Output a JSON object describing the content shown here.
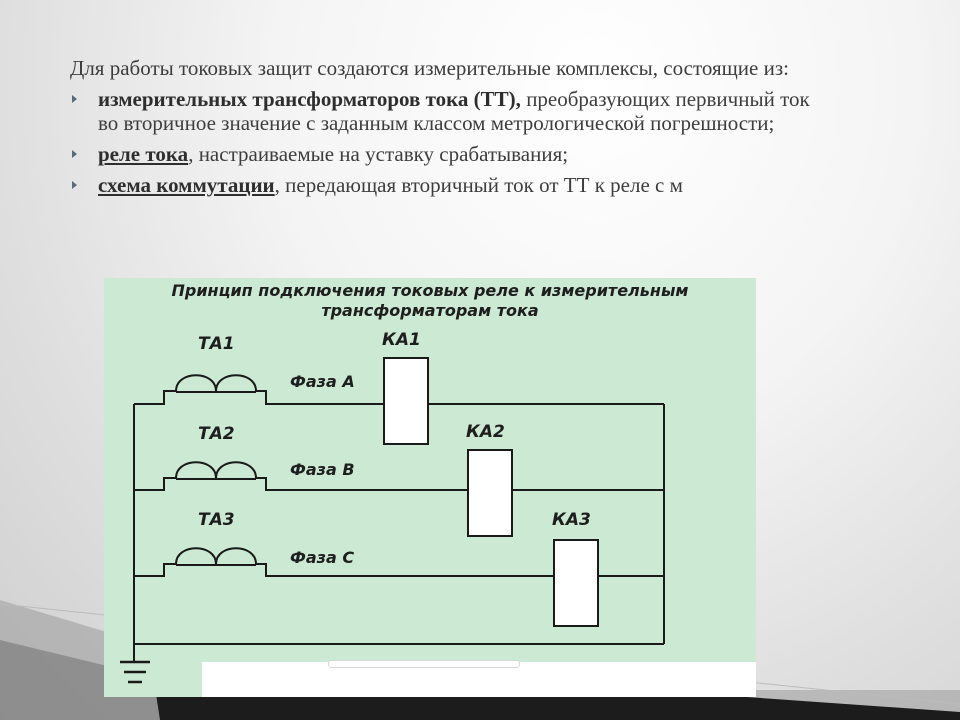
{
  "intro": "Для работы токовых защит создаются измерительные комплексы, состоящие из:",
  "bullets": [
    {
      "term": "измерительных трансформаторов тока (ТТ),",
      "underline": false,
      "rest": " преобразующих первичный ток во вторичное значение с заданным классом метрологической погрешности;"
    },
    {
      "term": "реле тока",
      "underline": true,
      "rest": ", настраиваемые на уставку срабатывания;"
    },
    {
      "term": "схема коммутации",
      "underline": true,
      "rest": ", передающая вторичный ток от ТТ к реле с м"
    }
  ],
  "diagram": {
    "title_line1": "Принцип подключения токовых реле к измерительным",
    "title_line2": "трансформаторам тока",
    "transformers": [
      "ТА1",
      "ТА2",
      "ТА3"
    ],
    "phases": [
      "Фаза А",
      "Фаза В",
      "Фаза С"
    ],
    "relays": [
      "КА1",
      "КА2",
      "КА3"
    ]
  },
  "colors": {
    "diagram_bg": "#cce9d3",
    "wire": "#1a1a1a",
    "text": "#3d3d3d"
  }
}
